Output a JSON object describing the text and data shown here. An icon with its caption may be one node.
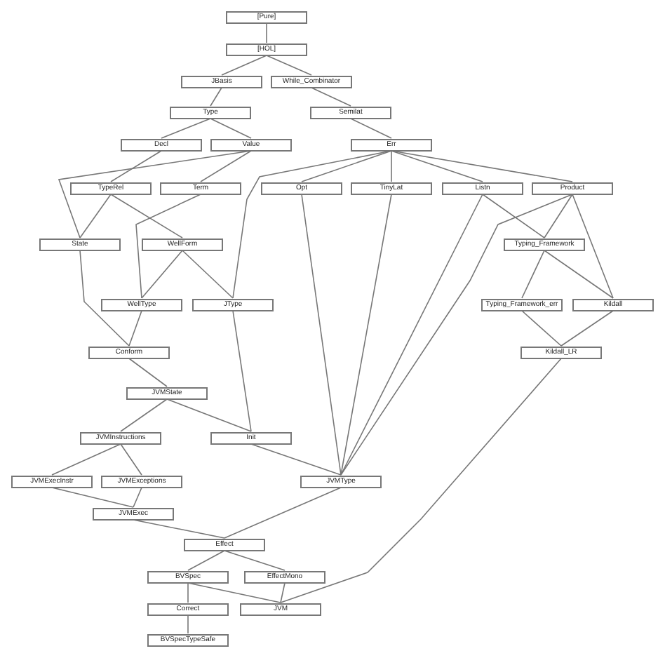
{
  "diagram": {
    "nodes": [
      {
        "text": [
          "[Pure]"
        ]
      },
      {
        "text": [
          "[HOL]"
        ]
      },
      {
        "text": [
          "JBasis"
        ]
      },
      {
        "text": [
          "While_Combinator"
        ]
      },
      {
        "text": [
          "Type"
        ]
      },
      {
        "text": [
          "Semilat"
        ]
      },
      {
        "text": [
          "Decl"
        ]
      },
      {
        "text": [
          "Value"
        ]
      },
      {
        "text": [
          "Err"
        ]
      },
      {
        "text": [
          "TypeRel"
        ]
      },
      {
        "text": [
          "Term"
        ]
      },
      {
        "text": [
          "Opt"
        ]
      },
      {
        "text": [
          "TinyLat"
        ]
      },
      {
        "text": [
          "Listn"
        ]
      },
      {
        "text": [
          "Product"
        ]
      },
      {
        "text": [
          "State"
        ]
      },
      {
        "text": [
          "WellForm"
        ]
      },
      {
        "text": [
          "Typing_Framework"
        ]
      },
      {
        "text": [
          "WellType"
        ]
      },
      {
        "text": [
          "JType"
        ]
      },
      {
        "text": [
          "Typing_Framework_err"
        ]
      },
      {
        "text": [
          "Kildall"
        ]
      },
      {
        "text": [
          "Conform"
        ]
      },
      {
        "text": [
          "Kildall_LR"
        ]
      },
      {
        "text": [
          "JVMState"
        ]
      },
      {
        "text": [
          "JVMInstructions"
        ]
      },
      {
        "text": [
          "Init"
        ]
      },
      {
        "text": [
          "JVMExecInstr"
        ]
      },
      {
        "text": [
          "JVMExceptions"
        ]
      },
      {
        "text": [
          "JVMType"
        ]
      },
      {
        "text": [
          "JVMExec"
        ]
      },
      {
        "text": [
          "Effect"
        ]
      },
      {
        "text": [
          "BVSpec"
        ]
      },
      {
        "text": [
          "EffectMono"
        ]
      },
      {
        "text": [
          "Correct"
        ]
      },
      {
        "text": [
          "JVM"
        ]
      },
      {
        "text": [
          "BVSpecTypeSafe"
        ]
      }
    ],
    "edges": [
      {
        "from": 0,
        "to": 1,
        "arrow": "none"
      },
      {
        "from": 1,
        "to": 2,
        "arrow": "none"
      },
      {
        "from": 1,
        "to": 3,
        "arrow": "none"
      },
      {
        "from": 2,
        "to": 4,
        "arrow": "none"
      },
      {
        "from": 3,
        "to": 5,
        "arrow": "none"
      },
      {
        "from": 4,
        "to": 6,
        "arrow": "none"
      },
      {
        "from": 4,
        "to": 7,
        "arrow": "none"
      },
      {
        "from": 5,
        "to": 8,
        "arrow": "none"
      },
      {
        "from": 6,
        "to": 9,
        "arrow": "none"
      },
      {
        "from": 7,
        "to": 10,
        "arrow": "none"
      },
      {
        "from": 7,
        "to": 15,
        "arrow": "none"
      },
      {
        "from": 8,
        "to": 11,
        "arrow": "none"
      },
      {
        "from": 8,
        "to": 12,
        "arrow": "none"
      },
      {
        "from": 8,
        "to": 13,
        "arrow": "none"
      },
      {
        "from": 8,
        "to": 14,
        "arrow": "none"
      },
      {
        "from": 8,
        "to": 19,
        "arrow": "none"
      },
      {
        "from": 9,
        "to": 15,
        "arrow": "none"
      },
      {
        "from": 9,
        "to": 16,
        "arrow": "none"
      },
      {
        "from": 10,
        "to": 18,
        "arrow": "none"
      },
      {
        "from": 11,
        "to": 29,
        "arrow": "none"
      },
      {
        "from": 12,
        "to": 29,
        "arrow": "none"
      },
      {
        "from": 13,
        "to": 29,
        "arrow": "none"
      },
      {
        "from": 14,
        "to": 29,
        "arrow": "none"
      },
      {
        "from": 13,
        "to": 17,
        "arrow": "none"
      },
      {
        "from": 14,
        "to": 17,
        "arrow": "none"
      },
      {
        "from": 14,
        "to": 21,
        "arrow": "none"
      },
      {
        "from": 16,
        "to": 18,
        "arrow": "none"
      },
      {
        "from": 16,
        "to": 19,
        "arrow": "none"
      },
      {
        "from": 15,
        "to": 22,
        "arrow": "none"
      },
      {
        "from": 18,
        "to": 22,
        "arrow": "none"
      },
      {
        "from": 17,
        "to": 20,
        "arrow": "none"
      },
      {
        "from": 17,
        "to": 21,
        "arrow": "none"
      },
      {
        "from": 20,
        "to": 23,
        "arrow": "none"
      },
      {
        "from": 21,
        "to": 23,
        "arrow": "none"
      },
      {
        "from": 22,
        "to": 24,
        "arrow": "none"
      },
      {
        "from": 24,
        "to": 25,
        "arrow": "none"
      },
      {
        "from": 24,
        "to": 26,
        "arrow": "none"
      },
      {
        "from": 19,
        "to": 26,
        "arrow": "none"
      },
      {
        "from": 26,
        "to": 29,
        "arrow": "none"
      },
      {
        "from": 25,
        "to": 27,
        "arrow": "none"
      },
      {
        "from": 25,
        "to": 28,
        "arrow": "none"
      },
      {
        "from": 27,
        "to": 30,
        "arrow": "none"
      },
      {
        "from": 28,
        "to": 30,
        "arrow": "none"
      },
      {
        "from": 30,
        "to": 31,
        "arrow": "none"
      },
      {
        "from": 29,
        "to": 31,
        "arrow": "none"
      },
      {
        "from": 31,
        "to": 32,
        "arrow": "none"
      },
      {
        "from": 31,
        "to": 33,
        "arrow": "none"
      },
      {
        "from": 32,
        "to": 34,
        "arrow": "none"
      },
      {
        "from": 32,
        "to": 35,
        "arrow": "none"
      },
      {
        "from": 33,
        "to": 35,
        "arrow": "none"
      },
      {
        "from": 23,
        "to": 35,
        "arrow": "none"
      },
      {
        "from": 34,
        "to": 36,
        "arrow": "none"
      }
    ]
  }
}
